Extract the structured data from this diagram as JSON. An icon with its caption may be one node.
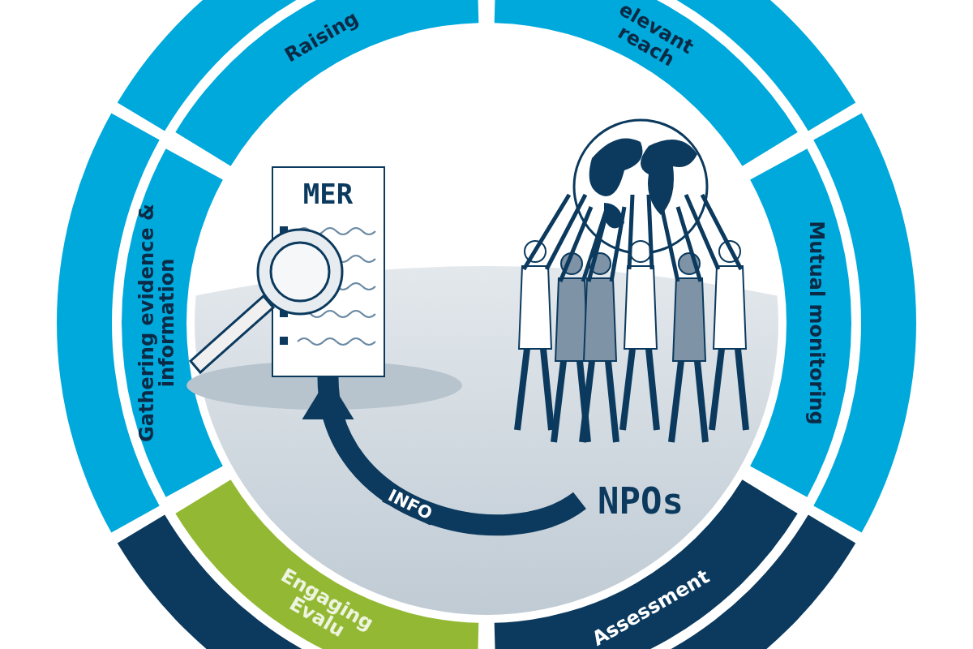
{
  "diagram": {
    "nodes": [
      {
        "text": [
          "Raising"
        ]
      },
      {
        "text": [
          "elevant reach"
        ]
      },
      {
        "text": [
          "Gathering evidence & information"
        ]
      },
      {
        "text": [
          "Mutual monitoring"
        ]
      },
      {
        "text": [
          "MER"
        ]
      },
      {
        "text": [
          "NPOs"
        ]
      },
      {
        "text": [
          "Engaging Evalu"
        ]
      },
      {
        "text": [
          "Assessment"
        ]
      }
    ],
    "edges": [
      {
        "from": 5,
        "to": 4,
        "arrow": "to",
        "label": "INFO"
      }
    ]
  }
}
